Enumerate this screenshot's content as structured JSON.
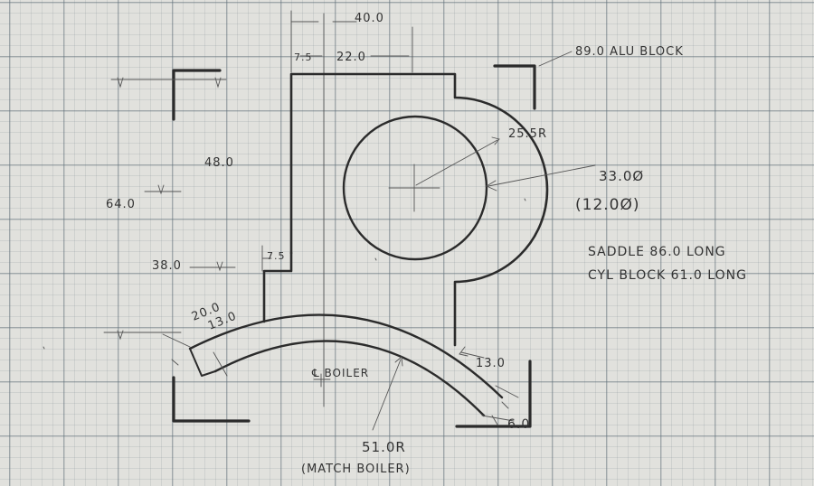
{
  "labels": {
    "overall_width": "40.0",
    "left_offset": "7.5",
    "top_width": "22.0",
    "block_size": "89.0 ALU BLOCK",
    "outer_radius": "25.5R",
    "bore_diameter": "33.0Ø",
    "bore_diameter_small": "(12.0Ø)",
    "height_upper": "48.0",
    "height_total": "64.0",
    "height_lower": "38.0",
    "lower_offset": "7.5",
    "saddle_width": "20.0",
    "saddle_inner": "13.0",
    "saddle_thickness": "13.0",
    "saddle_end": "6.0",
    "centre_line": "℄ BOILER",
    "boiler_radius": "51.0R",
    "boiler_note": "(MATCH BOILER)",
    "saddle_note": "SADDLE  86.0 LONG",
    "cyl_note": "CYL BLOCK 61.0 LONG"
  }
}
